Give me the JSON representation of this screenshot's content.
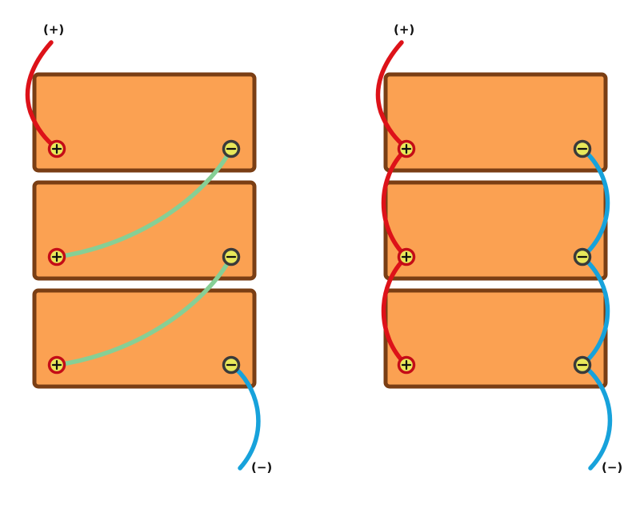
{
  "labels": {
    "positive": "(+)",
    "negative": "(−)"
  },
  "colors": {
    "battery_fill": "#fba152",
    "battery_border": "#7a3e14",
    "positive_wire": "#dd1219",
    "negative_wire": "#17a2db",
    "series_link": "#86cf95",
    "terminal": "#e8e85a"
  },
  "diagrams": [
    {
      "connection": "series",
      "battery_count": 3
    },
    {
      "connection": "parallel",
      "battery_count": 3
    }
  ]
}
